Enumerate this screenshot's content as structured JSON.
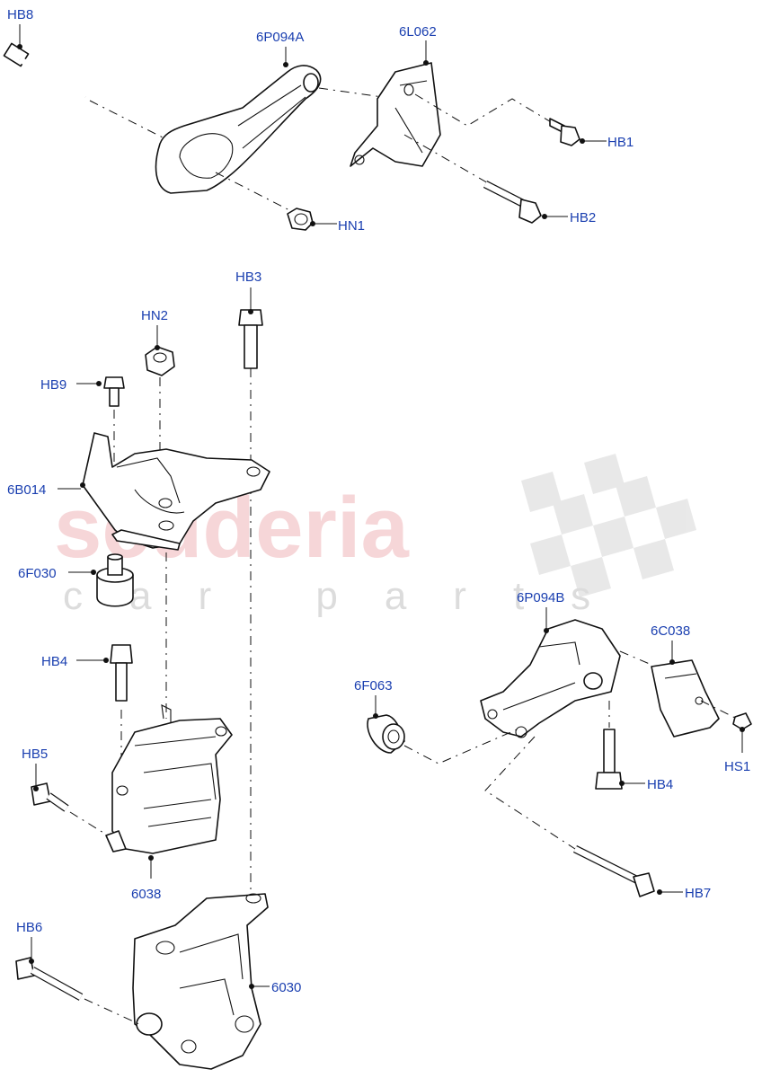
{
  "watermark": {
    "brand": "scuderia",
    "tagline": "car parts"
  },
  "callouts": {
    "HB8": "HB8",
    "P6P094A": "6P094A",
    "P6L062": "6L062",
    "HB1": "HB1",
    "HN1": "HN1",
    "HB2": "HB2",
    "HB3": "HB3",
    "HN2": "HN2",
    "HB9": "HB9",
    "P6B014": "6B014",
    "P6F030": "6F030",
    "HB4a": "HB4",
    "HB5": "HB5",
    "P6038": "6038",
    "HB6": "HB6",
    "P6030": "6030",
    "P6P094B": "6P094B",
    "P6C038": "6C038",
    "P6F063": "6F063",
    "HB4b": "HB4",
    "HS1": "HS1",
    "HB7": "HB7"
  },
  "colors": {
    "label": "#1a3fb0",
    "line": "#111111",
    "watermark": "#f4c9cc"
  }
}
